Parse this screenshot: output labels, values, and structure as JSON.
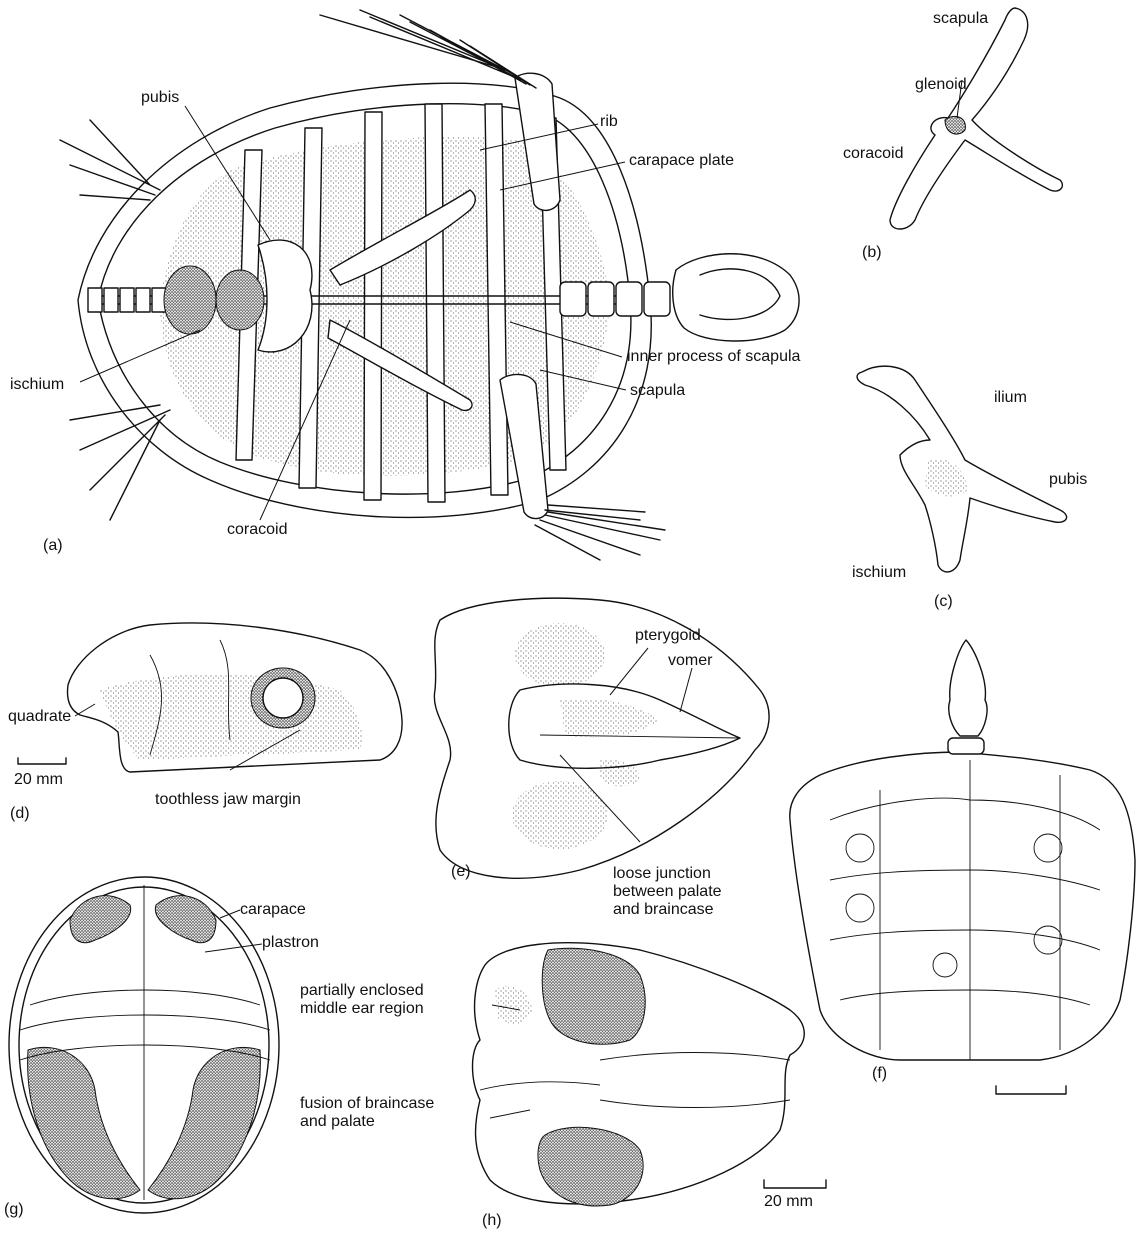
{
  "figure": {
    "panel_a": {
      "letter": "(a)",
      "labels": {
        "pubis": "pubis",
        "rib": "rib",
        "carapace_plate": "carapace plate",
        "ischium": "ischium",
        "inner_process": "inner process of scapula",
        "scapula": "scapula",
        "coracoid": "coracoid"
      }
    },
    "panel_b": {
      "letter": "(b)",
      "labels": {
        "scapula": "scapula",
        "glenoid": "glenoid",
        "coracoid": "coracoid"
      }
    },
    "panel_c": {
      "letter": "(c)",
      "labels": {
        "ilium": "ilium",
        "pubis": "pubis",
        "ischium": "ischium"
      }
    },
    "panel_d": {
      "letter": "(d)",
      "labels": {
        "quadrate": "quadrate",
        "jaw_margin": "toothless jaw margin"
      },
      "scale": "20 mm"
    },
    "panel_e": {
      "letter": "(e)",
      "labels": {
        "pterygoid": "pterygoid",
        "vomer": "vomer",
        "loose_junction": [
          "loose junction",
          "between palate",
          "and braincase"
        ]
      }
    },
    "panel_f": {
      "letter": "(f)"
    },
    "panel_g": {
      "letter": "(g)",
      "labels": {
        "carapace": "carapace",
        "plastron": "plastron"
      }
    },
    "panel_h": {
      "letter": "(h)",
      "labels": {
        "middle_ear": [
          "partially enclosed",
          "middle ear region"
        ],
        "fusion": [
          "fusion of braincase",
          "and palate"
        ]
      },
      "scale": "20 mm"
    }
  }
}
